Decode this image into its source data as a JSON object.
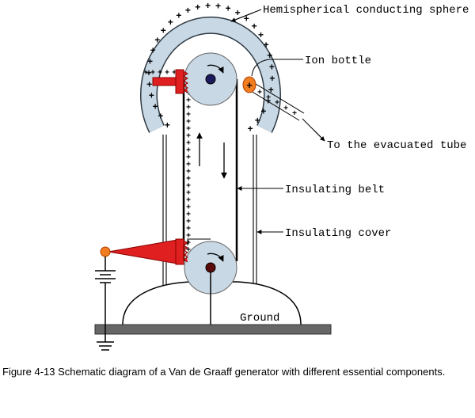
{
  "labels": {
    "sphere": "Hemispherical conducting sphere",
    "ion_bottle": "Ion bottle",
    "tube": "To the evacuated tube",
    "belt": "Insulating belt",
    "cover": "Insulating cover",
    "ground": "Ground"
  },
  "caption": "Figure 4-13 Schematic diagram of a Van de Graaff generator with different essential components.",
  "charge_symbol": "+",
  "colors": {
    "sphere_fill": "#c8d8e4",
    "pulley_fill": "#c8d8e4",
    "comb_red": "#e02020",
    "ion_orange": "#f07d20",
    "base_gray": "#666666"
  }
}
